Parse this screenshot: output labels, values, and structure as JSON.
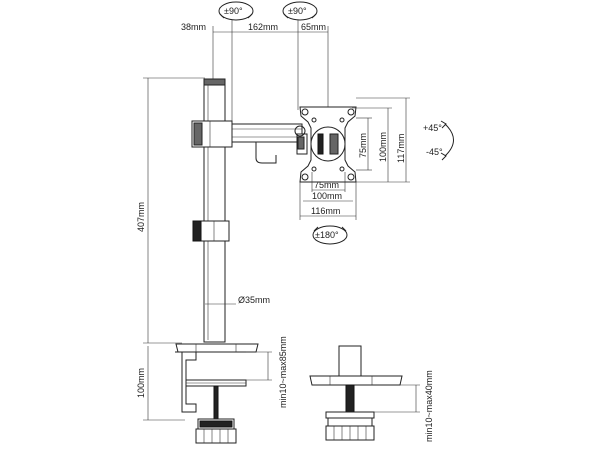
{
  "dims": {
    "top_38": "38mm",
    "top_162": "162mm",
    "top_65": "65mm",
    "height_407": "407mm",
    "clamp_100": "100mm",
    "vesa_75_v": "75mm",
    "vesa_100_v": "100mm",
    "plate_117": "117mm",
    "vesa_75_h": "75mm",
    "vesa_100_h": "100mm",
    "plate_116": "116mm",
    "pole_dia": "Ø35mm",
    "desk_clamp": "min10~max85mm",
    "grommet": "min10~max40mm"
  },
  "angles": {
    "arm_swivel_1": "±90°",
    "arm_swivel_2": "±90°",
    "tilt_up": "+45°",
    "tilt_down": "-45°",
    "rotate": "±180°"
  }
}
